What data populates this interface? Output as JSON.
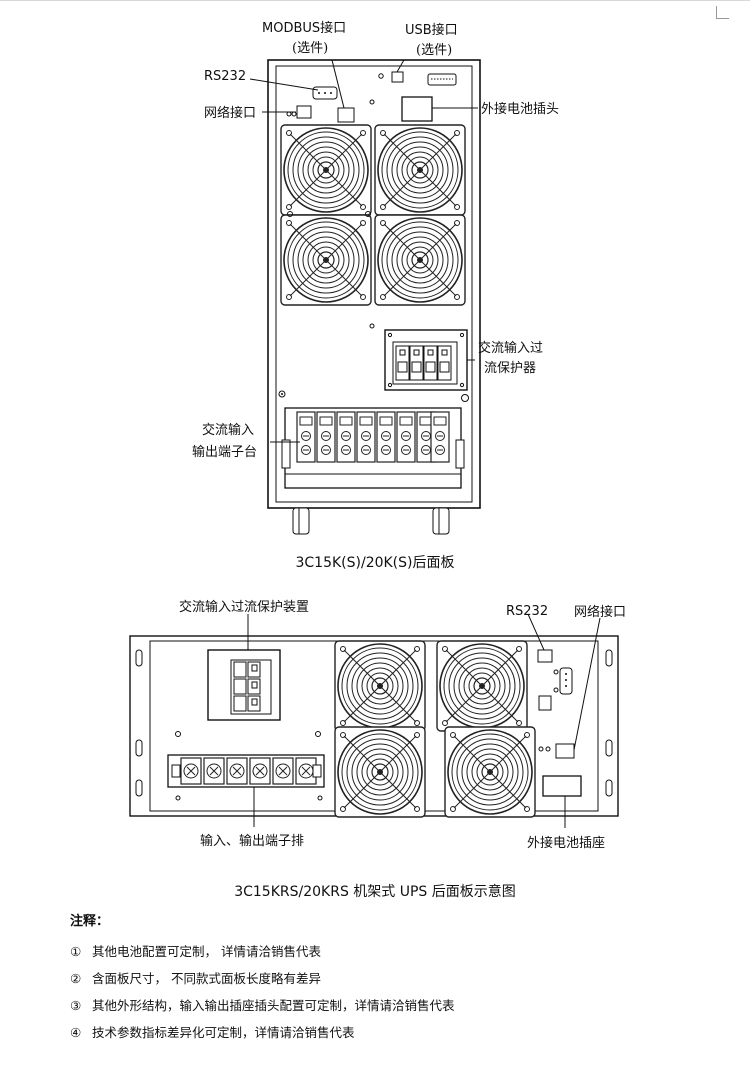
{
  "tower": {
    "labels": {
      "modbus": "MODBUS接口",
      "modbus_opt": "(选件)",
      "usb": "USB接口",
      "usb_opt": "(选件)",
      "rs232": "RS232",
      "network": "网络接口",
      "battery": "外接电池插头",
      "breaker_1": "交流输入过",
      "breaker_2": "流保护器",
      "terminal_1": "交流输入",
      "terminal_2": "输出端子台"
    },
    "caption": "3C15K(S)/20K(S)后面板"
  },
  "rack": {
    "labels": {
      "breaker": "交流输入过流保护装置",
      "rs232": "RS232",
      "network": "网络接口",
      "terminal": "输入、输出端子排",
      "battery": "外接电池插座"
    },
    "caption": "3C15KRS/20KRS 机架式 UPS 后面板示意图"
  },
  "notes": {
    "title": "注释：",
    "items": [
      {
        "num": "①",
        "text": "其他电池配置可定制， 详情请洽销售代表"
      },
      {
        "num": "②",
        "text": "含面板尺寸， 不同款式面板长度略有差异"
      },
      {
        "num": "③",
        "text": "其他外形结构，输入输出插座插头配置可定制，详情请洽销售代表"
      },
      {
        "num": "④",
        "text": "技术参数指标差异化可定制，详情请洽销售代表"
      }
    ]
  }
}
